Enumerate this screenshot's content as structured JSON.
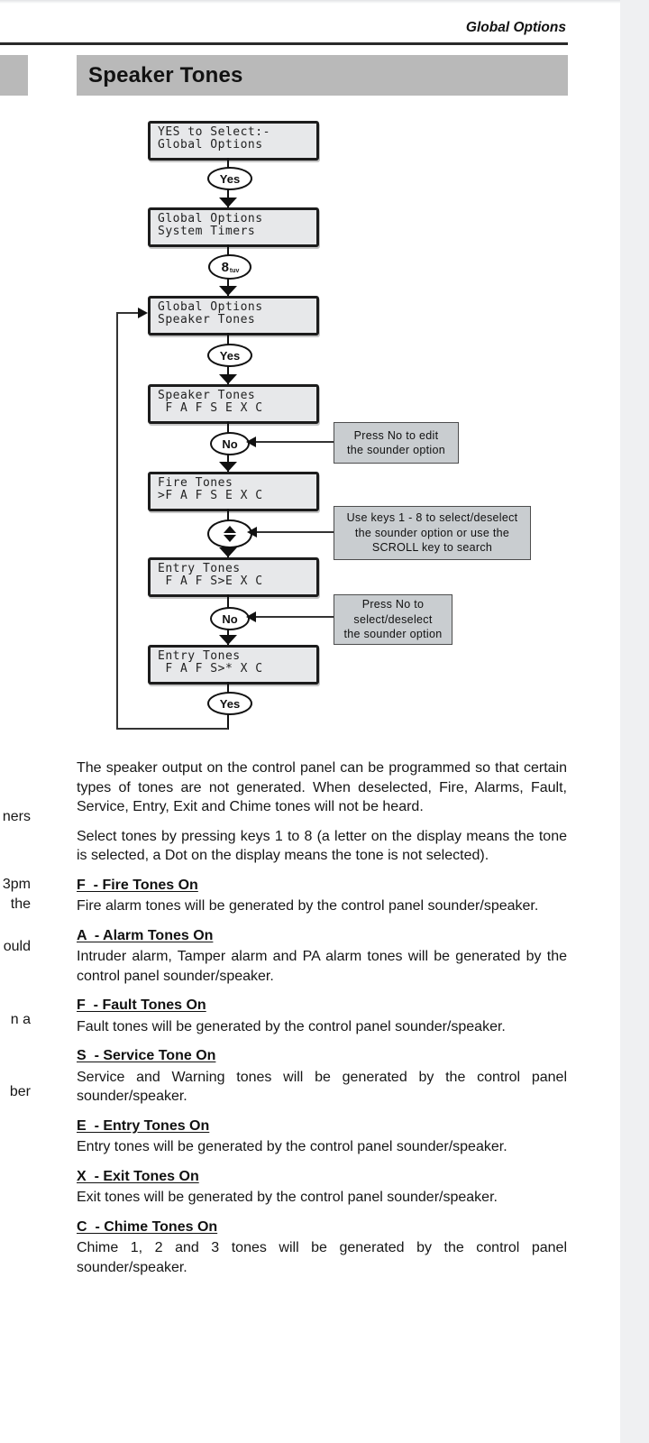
{
  "colors": {
    "banner_gray": "#b9b9b9",
    "lcd_fill": "#e7e8ea",
    "annotation_gray": "#c9cdd0"
  },
  "header": {
    "running_title": "Global Options"
  },
  "banner": {
    "title": "Speaker Tones"
  },
  "flowchart": {
    "boxes": [
      {
        "line1": "YES to Select:-",
        "line2": "Global Options"
      },
      {
        "line1": "Global Options",
        "line2": "System Timers"
      },
      {
        "line1": "Global Options",
        "line2": "Speaker Tones"
      },
      {
        "line1": "Speaker Tones",
        "line2": " F A F S E X C"
      },
      {
        "line1": "Fire Tones",
        "line2": ">F A F S E X C"
      },
      {
        "line1": "Entry Tones",
        "line2": " F A F S>E X C"
      },
      {
        "line1": "Entry Tones",
        "line2": " F A F S>* X C"
      }
    ],
    "keys": {
      "yes1": "Yes",
      "yes2": "Yes",
      "yes3": "Yes",
      "no1": "No",
      "no2": "No",
      "digit": "8",
      "digit_sub": "tuv"
    },
    "annotations": [
      {
        "lines": [
          "Press No to edit",
          "the sounder option"
        ]
      },
      {
        "lines": [
          "Use keys 1 - 8 to select/deselect",
          "the sounder option or use the",
          "SCROLL key to search"
        ]
      },
      {
        "lines": [
          "Press No to",
          "select/deselect",
          "the sounder option"
        ]
      }
    ]
  },
  "body": {
    "paragraphs": [
      "The speaker output on the control panel can be programmed so that certain types of tones are not generated. When deselected, Fire, Alarms, Fault, Service, Entry, Exit and Chime tones will not be heard.",
      "Select tones by pressing keys 1 to 8 (a letter on the display means the tone is selected, a Dot on the display means the tone is not selected)."
    ],
    "sections": [
      {
        "heading": "F  - Fire Tones On",
        "text": "Fire alarm tones will be generated by the control panel sounder/speaker."
      },
      {
        "heading": "A  - Alarm Tones On",
        "text": "Intruder alarm, Tamper alarm and PA alarm tones will be generated by the control panel sounder/speaker."
      },
      {
        "heading": "F  - Fault Tones On",
        "text": "Fault tones will be generated by the control panel sounder/speaker."
      },
      {
        "heading": "S  - Service Tone On",
        "text": "Service and Warning tones will be generated by the control panel sounder/speaker."
      },
      {
        "heading": "E  - Entry Tones On",
        "text": "Entry tones will be generated by the control panel sounder/speaker."
      },
      {
        "heading": "X  - Exit Tones On",
        "text": "Exit tones will be generated by the control panel sounder/speaker."
      },
      {
        "heading": "C  - Chime Tones On",
        "text": "Chime 1, 2 and 3 tones will be generated by the control panel sounder/speaker."
      }
    ]
  },
  "margin_fragments": [
    "ners",
    "3pm",
    "the",
    "ould",
    "n a",
    "ber"
  ]
}
